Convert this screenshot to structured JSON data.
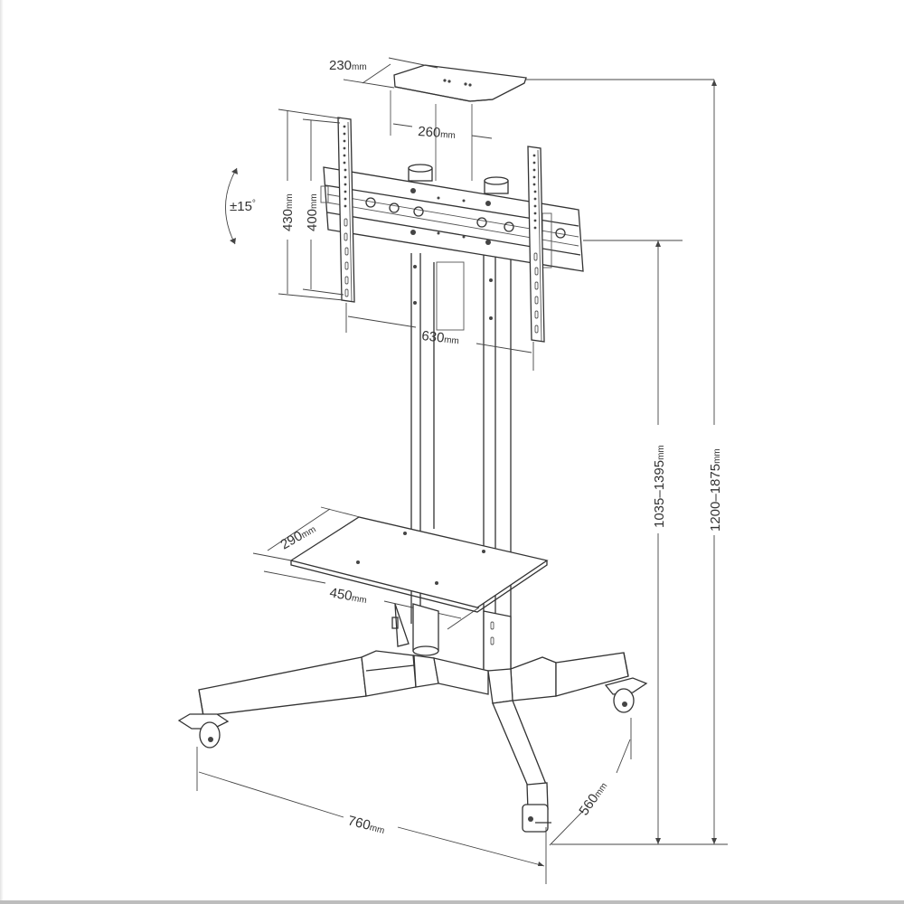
{
  "diagram": {
    "subject": "Mobile TV cart with tilting VESA bracket, camera shelf and AV shelf",
    "colors": {
      "line": "#333333",
      "background": "#ffffff",
      "border": "#bdbdbd"
    },
    "dimensions": {
      "top_shelf_depth": {
        "value": "230",
        "unit": "mm"
      },
      "top_shelf_width": {
        "value": "260",
        "unit": "mm"
      },
      "tilt_angle": {
        "value": "±15",
        "unit": "°"
      },
      "bracket_height_outer": {
        "value": "430",
        "unit": "mm"
      },
      "bracket_height_inner": {
        "value": "400",
        "unit": "mm"
      },
      "bracket_width": {
        "value": "630",
        "unit": "mm"
      },
      "bracket_center_height": {
        "value": "1035–1395",
        "unit": "mm"
      },
      "overall_height": {
        "value": "1200–1875",
        "unit": "mm"
      },
      "av_shelf_depth": {
        "value": "290",
        "unit": "mm"
      },
      "av_shelf_width": {
        "value": "450",
        "unit": "mm"
      },
      "base_width": {
        "value": "760",
        "unit": "mm"
      },
      "base_depth": {
        "value": "560",
        "unit": "mm"
      }
    }
  }
}
